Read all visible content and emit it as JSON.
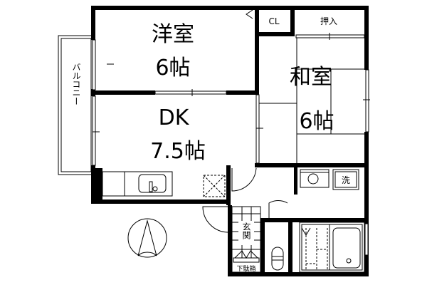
{
  "plan": {
    "rooms": {
      "western_room": {
        "name": "洋室",
        "size": "6帖"
      },
      "japanese_room": {
        "name": "和室",
        "size": "6帖"
      },
      "dining_kitchen": {
        "name": "DK",
        "size": "7.5帖"
      },
      "closet": {
        "name": "CL"
      },
      "oshiire": {
        "name": "押入"
      },
      "balcony": {
        "name": "バルコニー"
      },
      "entrance": {
        "name": "玄関"
      },
      "shoe_cabinet": {
        "name": "下駄箱"
      },
      "washer": {
        "name": "洗"
      }
    },
    "compass": {
      "direction": "north"
    },
    "colors": {
      "line": "#000000",
      "background": "#ffffff"
    }
  }
}
